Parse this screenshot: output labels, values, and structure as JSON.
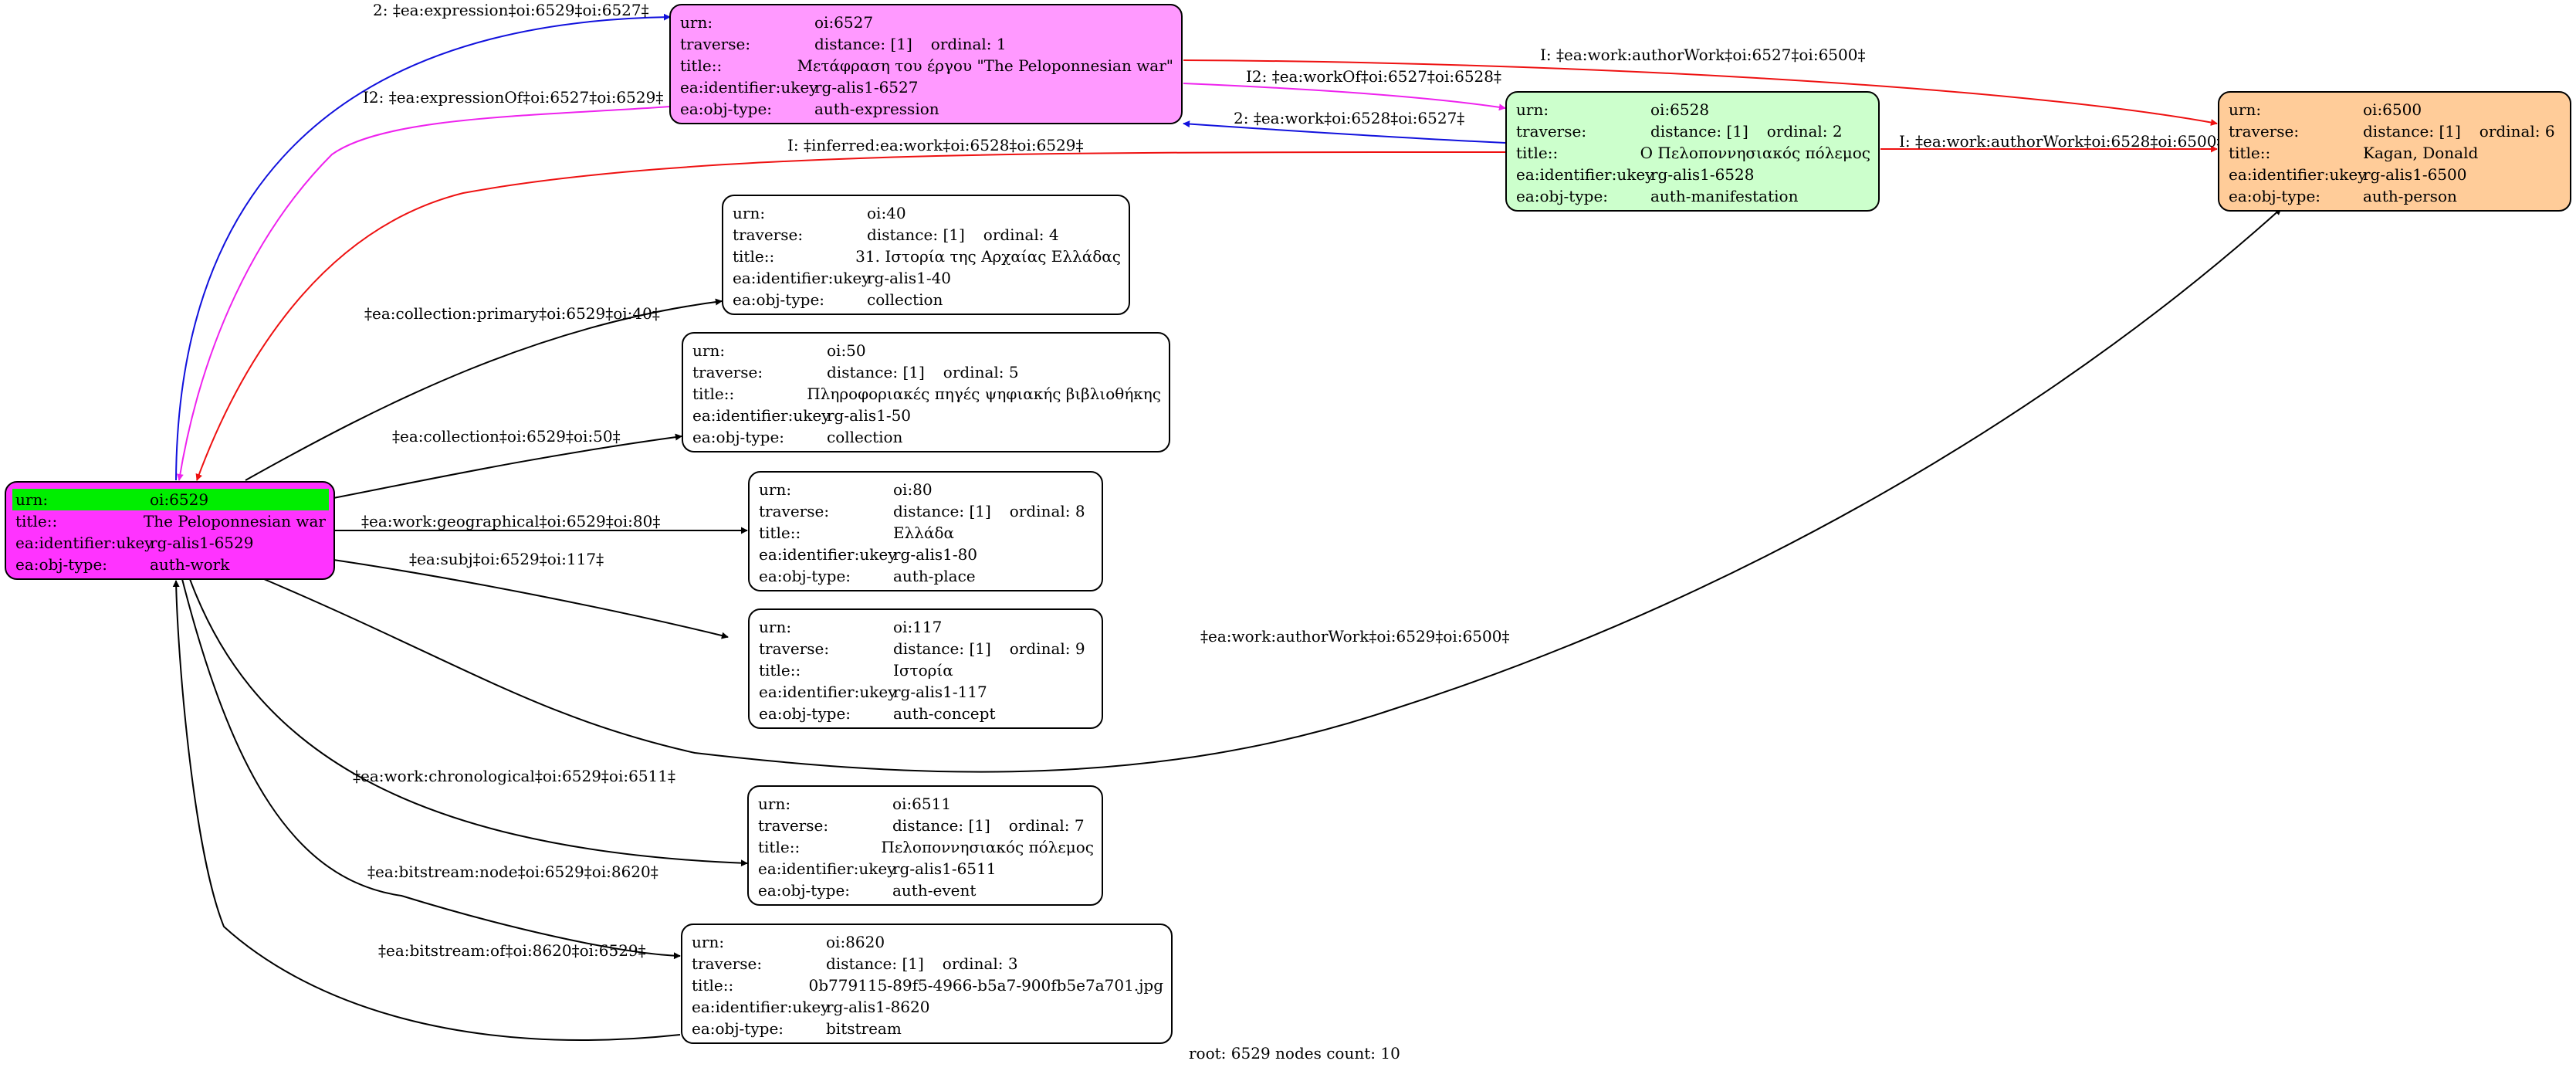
{
  "colors": {
    "root_fill": "#ff33ff",
    "root_highlight": "#00ee00",
    "expression_fill": "#ff99ff",
    "manifestation_fill": "#ccffcc",
    "person_fill": "#ffcc99",
    "default_fill": "#ffffff",
    "edge_black": "#000000",
    "edge_red": "#ee1111",
    "edge_blue": "#1111dd",
    "edge_magenta": "#ee22ee"
  },
  "nodes": {
    "oi6529": {
      "rows": [
        {
          "k": "urn:",
          "v": "oi:6529"
        },
        {
          "k": "title::",
          "v": "The Peloponnesian war"
        },
        {
          "k": "ea:identifier:ukey",
          "v": "rg-alis1-6529"
        },
        {
          "k": "ea:obj-type:",
          "v": "auth-work"
        }
      ]
    },
    "oi6527": {
      "rows": [
        {
          "k": "urn:",
          "v": "oi:6527"
        },
        {
          "k": "traverse:",
          "v": "distance: [1]",
          "v2": "ordinal: 1"
        },
        {
          "k": "title::",
          "v": "Μετάφραση του έργου \"The Peloponnesian war\""
        },
        {
          "k": "ea:identifier:ukey",
          "v": "rg-alis1-6527"
        },
        {
          "k": "ea:obj-type:",
          "v": "auth-expression"
        }
      ]
    },
    "oi6528": {
      "rows": [
        {
          "k": "urn:",
          "v": "oi:6528"
        },
        {
          "k": "traverse:",
          "v": "distance: [1]",
          "v2": "ordinal: 2"
        },
        {
          "k": "title::",
          "v": "Ο Πελοποννησιακός πόλεμος"
        },
        {
          "k": "ea:identifier:ukey",
          "v": "rg-alis1-6528"
        },
        {
          "k": "ea:obj-type:",
          "v": "auth-manifestation"
        }
      ]
    },
    "oi6500": {
      "rows": [
        {
          "k": "urn:",
          "v": "oi:6500"
        },
        {
          "k": "traverse:",
          "v": "distance: [1]",
          "v2": "ordinal: 6"
        },
        {
          "k": "title::",
          "v": "Kagan, Donald"
        },
        {
          "k": "ea:identifier:ukey",
          "v": "rg-alis1-6500"
        },
        {
          "k": "ea:obj-type:",
          "v": "auth-person"
        }
      ]
    },
    "oi40": {
      "rows": [
        {
          "k": "urn:",
          "v": "oi:40"
        },
        {
          "k": "traverse:",
          "v": "distance: [1]",
          "v2": "ordinal: 4"
        },
        {
          "k": "title::",
          "v": "31. Ιστορία της Αρχαίας Ελλάδας"
        },
        {
          "k": "ea:identifier:ukey",
          "v": "rg-alis1-40"
        },
        {
          "k": "ea:obj-type:",
          "v": "collection"
        }
      ]
    },
    "oi50": {
      "rows": [
        {
          "k": "urn:",
          "v": "oi:50"
        },
        {
          "k": "traverse:",
          "v": "distance: [1]",
          "v2": "ordinal: 5"
        },
        {
          "k": "title::",
          "v": "Πληροφοριακές πηγές ψηφιακής βιβλιοθήκης"
        },
        {
          "k": "ea:identifier:ukey",
          "v": "rg-alis1-50"
        },
        {
          "k": "ea:obj-type:",
          "v": "collection"
        }
      ]
    },
    "oi80": {
      "rows": [
        {
          "k": "urn:",
          "v": "oi:80"
        },
        {
          "k": "traverse:",
          "v": "distance: [1]",
          "v2": "ordinal: 8"
        },
        {
          "k": "title::",
          "v": "Ελλάδα"
        },
        {
          "k": "ea:identifier:ukey",
          "v": "rg-alis1-80"
        },
        {
          "k": "ea:obj-type:",
          "v": "auth-place"
        }
      ]
    },
    "oi117": {
      "rows": [
        {
          "k": "urn:",
          "v": "oi:117"
        },
        {
          "k": "traverse:",
          "v": "distance: [1]",
          "v2": "ordinal: 9"
        },
        {
          "k": "title::",
          "v": "Ιστορία"
        },
        {
          "k": "ea:identifier:ukey",
          "v": "rg-alis1-117"
        },
        {
          "k": "ea:obj-type:",
          "v": "auth-concept"
        }
      ]
    },
    "oi6511": {
      "rows": [
        {
          "k": "urn:",
          "v": "oi:6511"
        },
        {
          "k": "traverse:",
          "v": "distance: [1]",
          "v2": "ordinal: 7"
        },
        {
          "k": "title::",
          "v": "Πελοποννησιακός πόλεμος"
        },
        {
          "k": "ea:identifier:ukey",
          "v": "rg-alis1-6511"
        },
        {
          "k": "ea:obj-type:",
          "v": "auth-event"
        }
      ]
    },
    "oi8620": {
      "rows": [
        {
          "k": "urn:",
          "v": "oi:8620"
        },
        {
          "k": "traverse:",
          "v": "distance: [1]",
          "v2": "ordinal: 3"
        },
        {
          "k": "title::",
          "v": "0b779115-89f5-4966-b5a7-900fb5e7a701.jpg"
        },
        {
          "k": "ea:identifier:ukey",
          "v": "rg-alis1-8620"
        },
        {
          "k": "ea:obj-type:",
          "v": "bitstream"
        }
      ]
    }
  },
  "edges": [
    {
      "label": "2: ‡ea:expression‡oi:6529‡oi:6527‡",
      "color": "edge_blue"
    },
    {
      "label": "I2: ‡ea:expressionOf‡oi:6527‡oi:6529‡",
      "color": "edge_magenta"
    },
    {
      "label": "I: ‡ea:work:authorWork‡oi:6527‡oi:6500‡",
      "color": "edge_red"
    },
    {
      "label": "I2: ‡ea:workOf‡oi:6527‡oi:6528‡",
      "color": "edge_magenta"
    },
    {
      "label": "2: ‡ea:work‡oi:6528‡oi:6527‡",
      "color": "edge_blue"
    },
    {
      "label": "I: ‡inferred:ea:work‡oi:6528‡oi:6529‡",
      "color": "edge_red"
    },
    {
      "label": "I: ‡ea:work:authorWork‡oi:6528‡oi:6500‡",
      "color": "edge_red"
    },
    {
      "label": "‡ea:collection:primary‡oi:6529‡oi:40‡",
      "color": "edge_black"
    },
    {
      "label": "‡ea:collection‡oi:6529‡oi:50‡",
      "color": "edge_black"
    },
    {
      "label": "‡ea:work:geographical‡oi:6529‡oi:80‡",
      "color": "edge_black"
    },
    {
      "label": "‡ea:subj‡oi:6529‡oi:117‡",
      "color": "edge_black"
    },
    {
      "label": "‡ea:work:authorWork‡oi:6529‡oi:6500‡",
      "color": "edge_black"
    },
    {
      "label": "‡ea:work:chronological‡oi:6529‡oi:6511‡",
      "color": "edge_black"
    },
    {
      "label": "‡ea:bitstream:node‡oi:6529‡oi:8620‡",
      "color": "edge_black"
    },
    {
      "label": "‡ea:bitstream:of‡oi:8620‡oi:6529‡",
      "color": "edge_black"
    }
  ],
  "footer": "root: 6529 nodes count: 10"
}
